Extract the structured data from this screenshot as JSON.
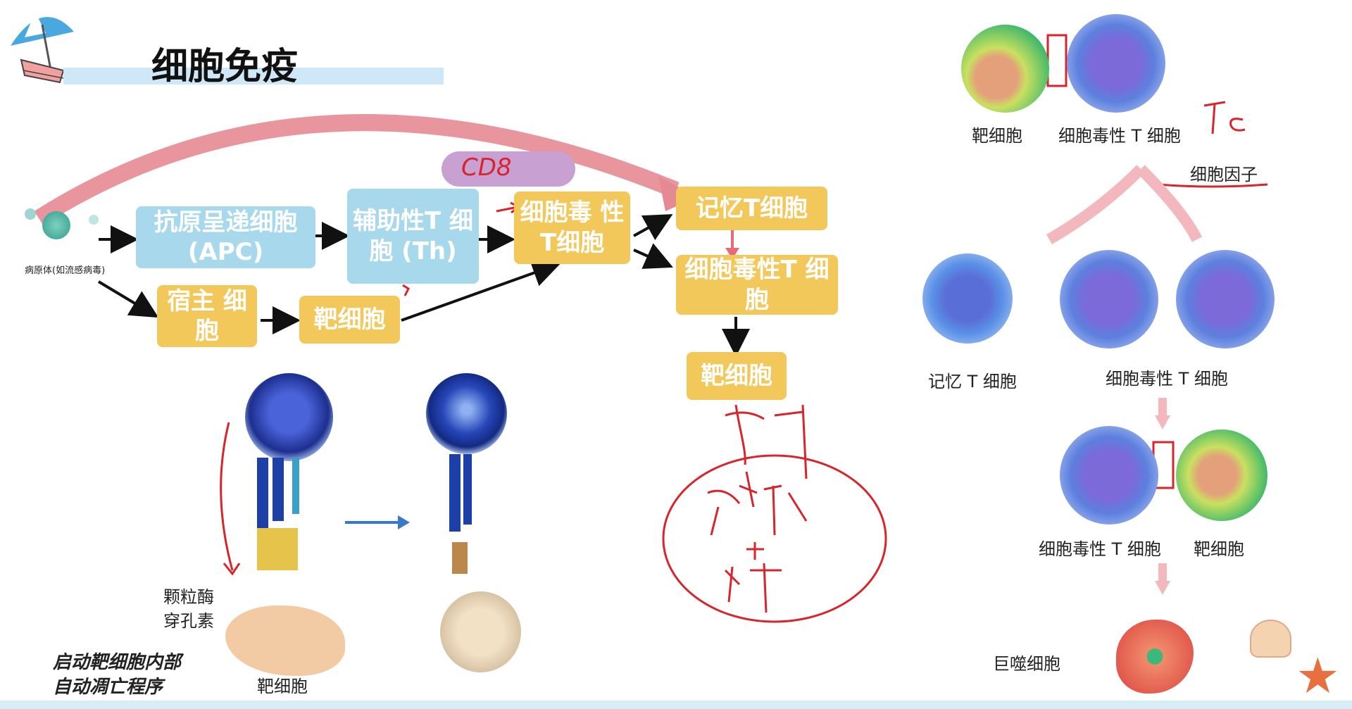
{
  "title": "细胞免疫",
  "pathogen_label": "病原体(如流感病毒)",
  "flow": {
    "apc": "抗原呈递细胞 (APC)",
    "th": "辅助性T 细胞 (Th)",
    "host": "宿主 细胞",
    "target": "靶细胞",
    "tc": "细胞毒 性T细胞",
    "memory": "记忆T细胞",
    "tc2": "细胞毒性T 细胞",
    "target2": "靶细胞"
  },
  "lower_left": {
    "granzyme": "颗粒酶",
    "perforin": "穿孔素",
    "target_label": "靶细胞",
    "note_line1": "启动靶细胞内部",
    "note_line2": "自动凋亡程序"
  },
  "right_panel": {
    "target": "靶细胞",
    "tc": "细胞毒性 T 细胞",
    "cytokine": "细胞因子",
    "memory": "记忆 T 细胞",
    "tc_pair": "细胞毒性 T 细胞",
    "tc_bottom": "细胞毒性 T 细胞",
    "target_bottom": "靶细胞",
    "macrophage": "巨噬细胞"
  },
  "colors": {
    "box_blue": "#a8d8ec",
    "box_yellow": "#f3c85a",
    "arrow": "#111111",
    "ink_red": "#d8242a",
    "title_bar": "#cfe8f7"
  }
}
